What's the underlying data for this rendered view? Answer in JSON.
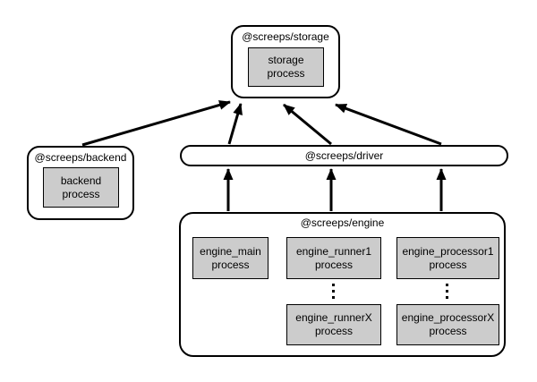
{
  "diagram": {
    "nodes": {
      "storage": {
        "title": "@screeps/storage",
        "process": "storage\nprocess"
      },
      "backend": {
        "title": "@screeps/backend",
        "process": "backend\nprocess"
      },
      "driver": {
        "title": "@screeps/driver"
      },
      "engine": {
        "title": "@screeps/engine",
        "main_process": "engine_main\nprocess",
        "runner1_process": "engine_runner1\nprocess",
        "runnerX_process": "engine_runnerX\nprocess",
        "processor1_process": "engine_processor1\nprocess",
        "processorX_process": "engine_processorX\nprocess"
      }
    },
    "edges": [
      {
        "from": "@screeps/backend",
        "to": "@screeps/storage"
      },
      {
        "from": "@screeps/driver",
        "to": "@screeps/storage"
      },
      {
        "from": "@screeps/driver",
        "to": "@screeps/storage"
      },
      {
        "from": "@screeps/driver",
        "to": "@screeps/storage"
      },
      {
        "from": "@screeps/engine",
        "to": "@screeps/driver"
      },
      {
        "from": "@screeps/engine",
        "to": "@screeps/driver"
      },
      {
        "from": "@screeps/engine",
        "to": "@screeps/driver"
      }
    ],
    "colors": {
      "background": "#ffffff",
      "border": "#000000",
      "process_box_fill": "#cccccc"
    }
  }
}
